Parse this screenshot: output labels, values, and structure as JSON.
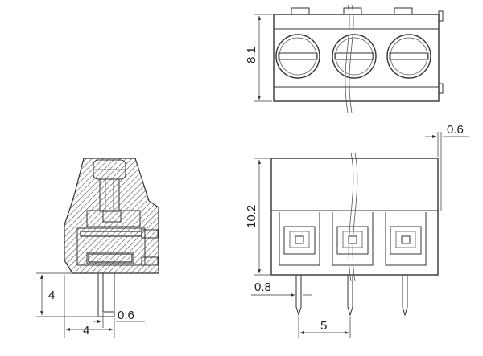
{
  "dimensions": {
    "top_height": "8.1",
    "front_offset": "0.6",
    "front_height": "10.2",
    "pin_width": "0.8",
    "pitch": "5",
    "side_height": "4",
    "side_width": "4",
    "side_thickness": "0.6"
  },
  "colors": {
    "stroke": "#333333",
    "background": "#ffffff"
  }
}
